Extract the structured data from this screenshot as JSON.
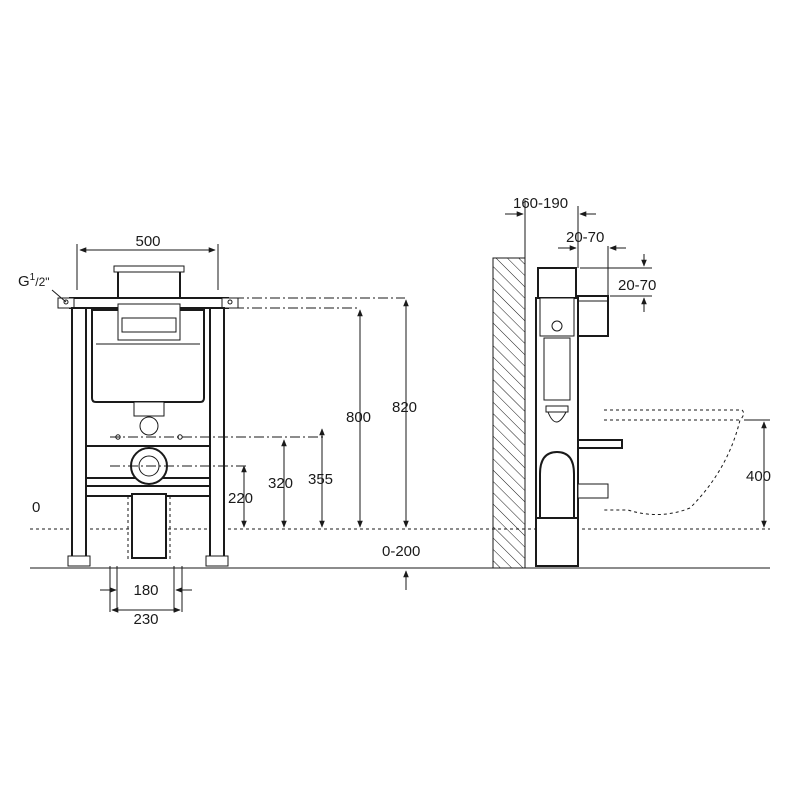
{
  "front_view": {
    "label_width": "500",
    "label_inlet": "G",
    "label_inlet_sup": "1",
    "label_inlet_sub": "/2\"",
    "label_zero": "0",
    "label_800": "800",
    "label_820": "820",
    "label_355": "355",
    "label_320": "320",
    "label_220": "220",
    "label_180": "180",
    "label_230": "230",
    "label_floor_range": "0-200"
  },
  "side_view": {
    "label_depth": "160-190",
    "label_offset_a": "20-70",
    "label_offset_b": "20-70",
    "label_bowl_height": "400"
  },
  "colors": {
    "line": "#1a1a1a",
    "background": "#ffffff"
  }
}
